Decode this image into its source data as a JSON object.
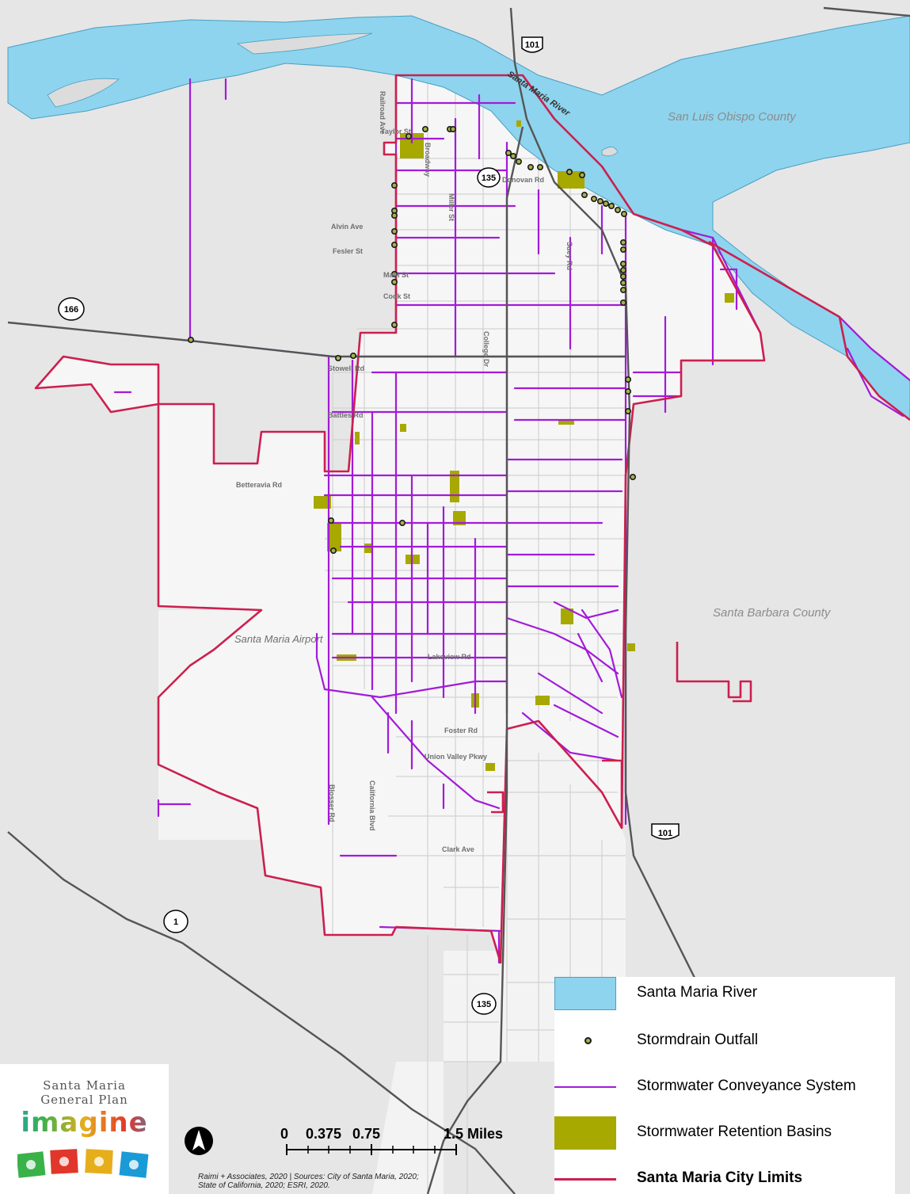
{
  "colors": {
    "background": "#e6e6e6",
    "city_fill": "#f6f6f6",
    "river": "#8ed4ee",
    "river_outline": "#4a9ec2",
    "outfall": "#3a6b1c",
    "conveyance": "#a21bd8",
    "retention": "#a7a800",
    "city_limits": "#cc1f4f",
    "highway": "#555555",
    "street": "#cfcfcf"
  },
  "map": {
    "counties": {
      "slo": "San Luis Obispo County",
      "sb": "Santa Barbara County"
    },
    "river_label": "Santa Maria River",
    "airport_label": "Santa Maria Airport",
    "streets": {
      "railroad": "Railroad Ave",
      "taylor": "Taylor St",
      "broadway": "Broadway",
      "donovan": "Donovan Rd",
      "miller": "Miller St",
      "alvin": "Alvin Ave",
      "fesler": "Fesler St",
      "main": "Main St",
      "cook": "Cook St",
      "suey": "Suey Rd",
      "college": "College Dr",
      "stowell": "Stowell Rd",
      "battles": "Battles Rd",
      "betteravia": "Betteravia Rd",
      "lakeview": "Lakeview Rd",
      "foster": "Foster Rd",
      "union": "Union Valley Pkwy",
      "blosser": "Blosser Rd",
      "california": "California Blvd",
      "clark": "Clark Ave"
    },
    "highways": {
      "us101_a": "101",
      "us101_b": "101",
      "sr135_a": "135",
      "sr135_b": "135",
      "sr166": "166",
      "sr1": "1"
    }
  },
  "legend": {
    "river": "Santa Maria River",
    "outfall": "Stormdrain Outfall",
    "conveyance": "Stormwater Conveyance System",
    "retention": "Stormwater Retention Basins",
    "city_limits": "Santa Maria City Limits"
  },
  "logo": {
    "line1": "Santa Maria",
    "line2": "General Plan",
    "word": "imagine"
  },
  "scale": {
    "t0": "0",
    "t1": "0.375",
    "t2": "0.75",
    "t3": "1.5 Miles"
  },
  "credits": {
    "line1": "Raimi + Associates, 2020 | Sources: City of Santa Maria, 2020;",
    "line2": "State of California, 2020; ESRI, 2020."
  }
}
